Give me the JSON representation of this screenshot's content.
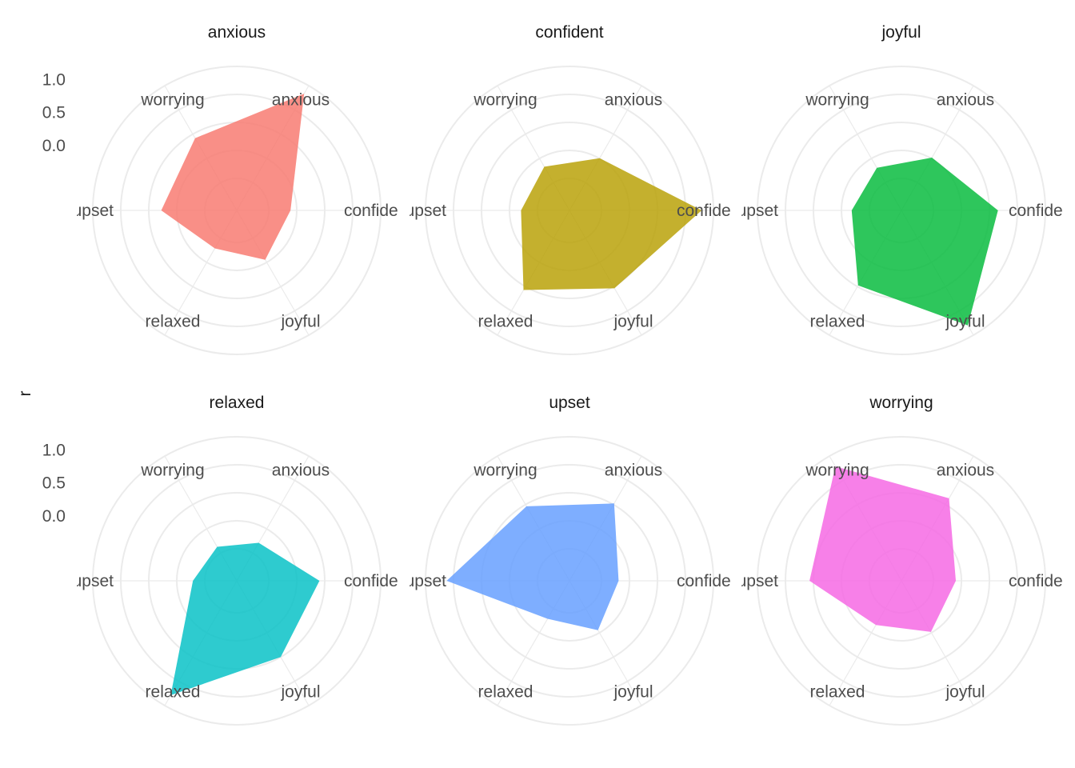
{
  "chart_data": {
    "type": "radar",
    "ylabel": "r",
    "radial_ticks": [
      "0.0",
      "0.5",
      "1.0"
    ],
    "axes": [
      "confident",
      "anxious",
      "worrying",
      "upset",
      "relaxed",
      "joyful"
    ],
    "axis_labels": [
      "confide",
      "anxious",
      "worrying",
      "upset",
      "relaxed",
      "joyful"
    ],
    "panels": [
      {
        "title": "anxious",
        "color": "#F8766D",
        "values": {
          "confident": -0.17,
          "anxious": 1.06,
          "worrying": 0.28,
          "upset": 0.16,
          "relaxed": -0.32,
          "joyful": -0.12
        }
      },
      {
        "title": "confident",
        "color": "#B79F00",
        "values": {
          "confident": 1.02,
          "anxious": -0.07,
          "worrying": -0.22,
          "upset": -0.25,
          "relaxed": 0.41,
          "joyful": 0.38
        }
      },
      {
        "title": "joyful",
        "color": "#00BA38",
        "values": {
          "confident": 0.48,
          "anxious": -0.06,
          "worrying": -0.24,
          "upset": -0.23,
          "relaxed": 0.33,
          "joyful": 1.03
        }
      },
      {
        "title": "relaxed",
        "color": "#00BFC4",
        "values": {
          "confident": 0.27,
          "anxious": -0.32,
          "worrying": -0.39,
          "upset": -0.32,
          "relaxed": 1.02,
          "joyful": 0.35
        }
      },
      {
        "title": "upset",
        "color": "#619CFF",
        "values": {
          "confident": -0.24,
          "anxious": 0.37,
          "worrying": 0.32,
          "upset": 0.88,
          "relaxed": -0.32,
          "joyful": -0.12
        }
      },
      {
        "title": "worrying",
        "color": "#F564E3",
        "values": {
          "confident": -0.16,
          "anxious": 0.46,
          "worrying": 1.02,
          "upset": 0.41,
          "relaxed": -0.21,
          "joyful": -0.09
        }
      }
    ]
  }
}
